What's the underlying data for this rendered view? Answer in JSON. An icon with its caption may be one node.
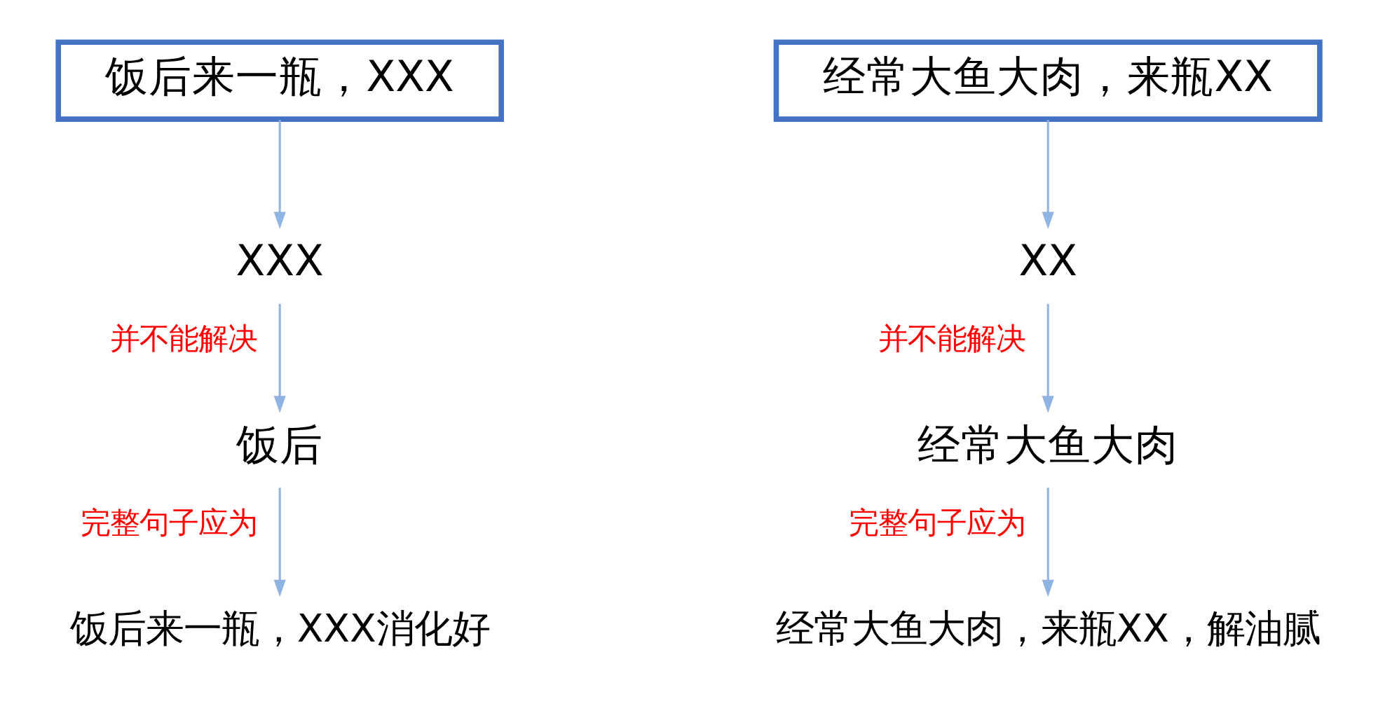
{
  "diagram": {
    "nodes": [
      {
        "text": [
          "饭后来一瓶，XXX"
        ]
      },
      {
        "text": [
          "XXX"
        ]
      },
      {
        "text": [
          "饭后"
        ]
      },
      {
        "text": [
          "饭后来一瓶，XXX消化好"
        ]
      },
      {
        "text": [
          "经常大鱼大肉，来瓶XX"
        ]
      },
      {
        "text": [
          "XX"
        ]
      },
      {
        "text": [
          "经常大鱼大肉"
        ]
      },
      {
        "text": [
          "经常大鱼大肉，来瓶XX，解油腻"
        ]
      }
    ],
    "edges": [
      {
        "from": 0,
        "to": 1,
        "arrow": "to"
      },
      {
        "from": 1,
        "to": 2,
        "arrow": "to",
        "label": "并不能解决"
      },
      {
        "from": 2,
        "to": 3,
        "arrow": "to",
        "label": "完整句子应为"
      },
      {
        "from": 4,
        "to": 5,
        "arrow": "to"
      },
      {
        "from": 5,
        "to": 6,
        "arrow": "to",
        "label": "并不能解决"
      },
      {
        "from": 6,
        "to": 7,
        "arrow": "to",
        "label": "完整句子应为"
      }
    ]
  }
}
